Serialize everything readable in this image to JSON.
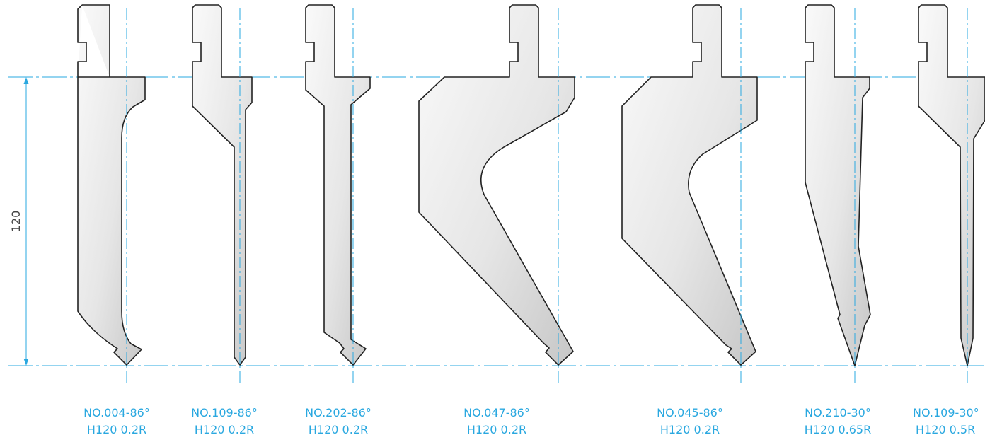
{
  "dimension": {
    "value": "120"
  },
  "tools": [
    {
      "model": "NO.004-86°",
      "spec": "H120  0.2R"
    },
    {
      "model": "NO.109-86°",
      "spec": "H120  0.2R"
    },
    {
      "model": "NO.202-86°",
      "spec": "H120  0.2R"
    },
    {
      "model": "NO.047-86°",
      "spec": "H120  0.2R"
    },
    {
      "model": "NO.045-86°",
      "spec": "H120  0.2R"
    },
    {
      "model": "NO.210-30°",
      "spec": "H120  0.65R"
    },
    {
      "model": "NO.109-30°",
      "spec": "H120  0.5R"
    }
  ],
  "colors": {
    "centerline": "#2aa8e0",
    "outline": "#222222",
    "fill_light": "#f7f7f7",
    "fill_dark": "#c9c9c9"
  }
}
